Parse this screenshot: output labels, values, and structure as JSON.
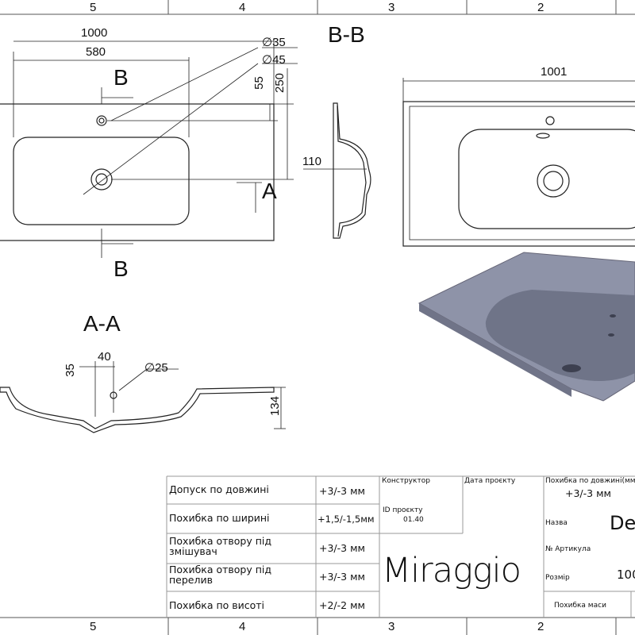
{
  "ruler": {
    "zones": [
      "5",
      "4",
      "3",
      "2"
    ]
  },
  "front_view": {
    "dims": {
      "length": "1000",
      "hole_offset": "580",
      "dia_tap": "35",
      "dia_drain": "45",
      "tap_offset": "55",
      "drain_offset": "250",
      "diameter_symbol": "∅"
    },
    "section_label_b_top": "B",
    "section_label_b_bottom": "B",
    "section_label_a": "A"
  },
  "section_bb": {
    "title": "B-B",
    "depth": "110"
  },
  "top_view": {
    "length": "1001"
  },
  "section_aa": {
    "title": "A-A",
    "dims": {
      "a": "35",
      "b": "40",
      "dia": "25",
      "height": "134",
      "diameter_symbol": "∅"
    }
  },
  "title_block": {
    "tolerances": [
      {
        "label": "Допуск по довжині",
        "value": "+3/-3 мм"
      },
      {
        "label": "Похибка по ширині",
        "value": "+1,5/-1,5мм"
      },
      {
        "label": "Похибка отвору під змішувач",
        "value": "+3/-3 мм"
      },
      {
        "label": "Похибка отвору під перелив",
        "value": "+3/-3 мм"
      },
      {
        "label": "Похибка по висоті",
        "value": "+2/-2 мм"
      }
    ],
    "designer_label": "Конструктор",
    "date_label": "Дата проєкту",
    "project_id_label": "ID проєкту",
    "project_id": "01.40",
    "brand": "Miraggio",
    "length_tol_label": "Похибка по довжині(мм)",
    "length_tol_value": "+3/-3 мм",
    "name_label": "Назва",
    "name_value": "De",
    "article_label": "№ Артикула",
    "size_label": "Розмір",
    "size_value": "100",
    "mass_tol_label": "Похибка маси"
  }
}
